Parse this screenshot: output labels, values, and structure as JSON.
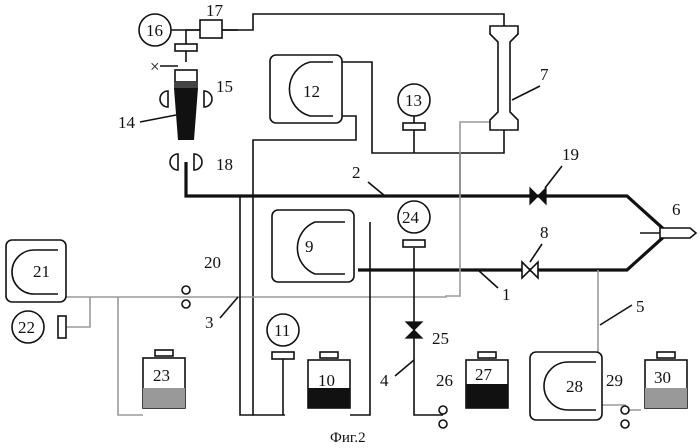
{
  "caption": "Фиг.2",
  "labels": {
    "n1": "1",
    "n2": "2",
    "n3": "3",
    "n4": "4",
    "n5": "5",
    "n6": "6",
    "n7": "7",
    "n8": "8",
    "n9": "9",
    "n10": "10",
    "n11": "11",
    "n12": "12",
    "n13": "13",
    "n14": "14",
    "n15": "15",
    "n16": "16",
    "n17": "17",
    "n18": "18",
    "n19": "19",
    "n20": "20",
    "n21": "21",
    "n22": "22",
    "n23": "23",
    "n24": "24",
    "n25": "25",
    "n26": "26",
    "n27": "27",
    "n28": "28",
    "n29": "29",
    "n30": "30"
  },
  "colors": {
    "line": "#111111",
    "secondary_line": "#9a9a9a",
    "background": "#ffffff"
  }
}
